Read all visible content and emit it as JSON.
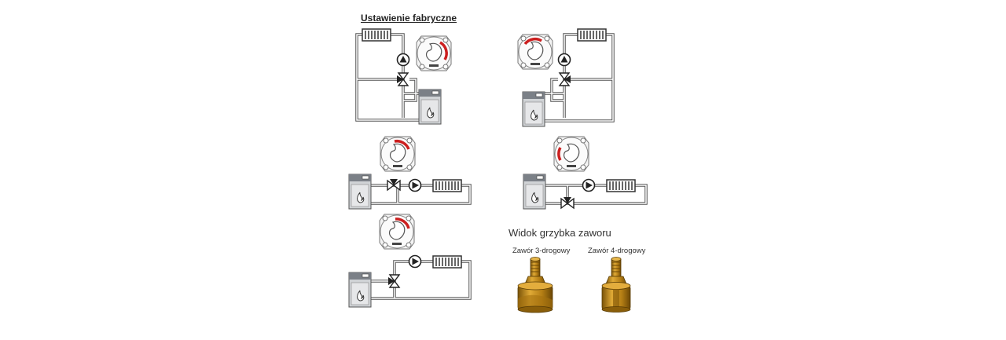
{
  "header": {
    "title": "Ustawienie fabryczne"
  },
  "valve_view": {
    "title": "Widok grzybka zaworu",
    "three_way_label": "Zawór 3-drogowy",
    "four_way_label": "Zawór 4-drogowy"
  },
  "colors": {
    "pipe": "#555555",
    "boiler": "#9aa0a6",
    "scale_red": "#cc1f1f",
    "brass": "#c08a1a"
  },
  "icons": [
    "radiator-icon",
    "pump-icon",
    "mixing-valve-icon",
    "boiler-icon",
    "valve-scale-icon",
    "valve-plug-icon"
  ]
}
